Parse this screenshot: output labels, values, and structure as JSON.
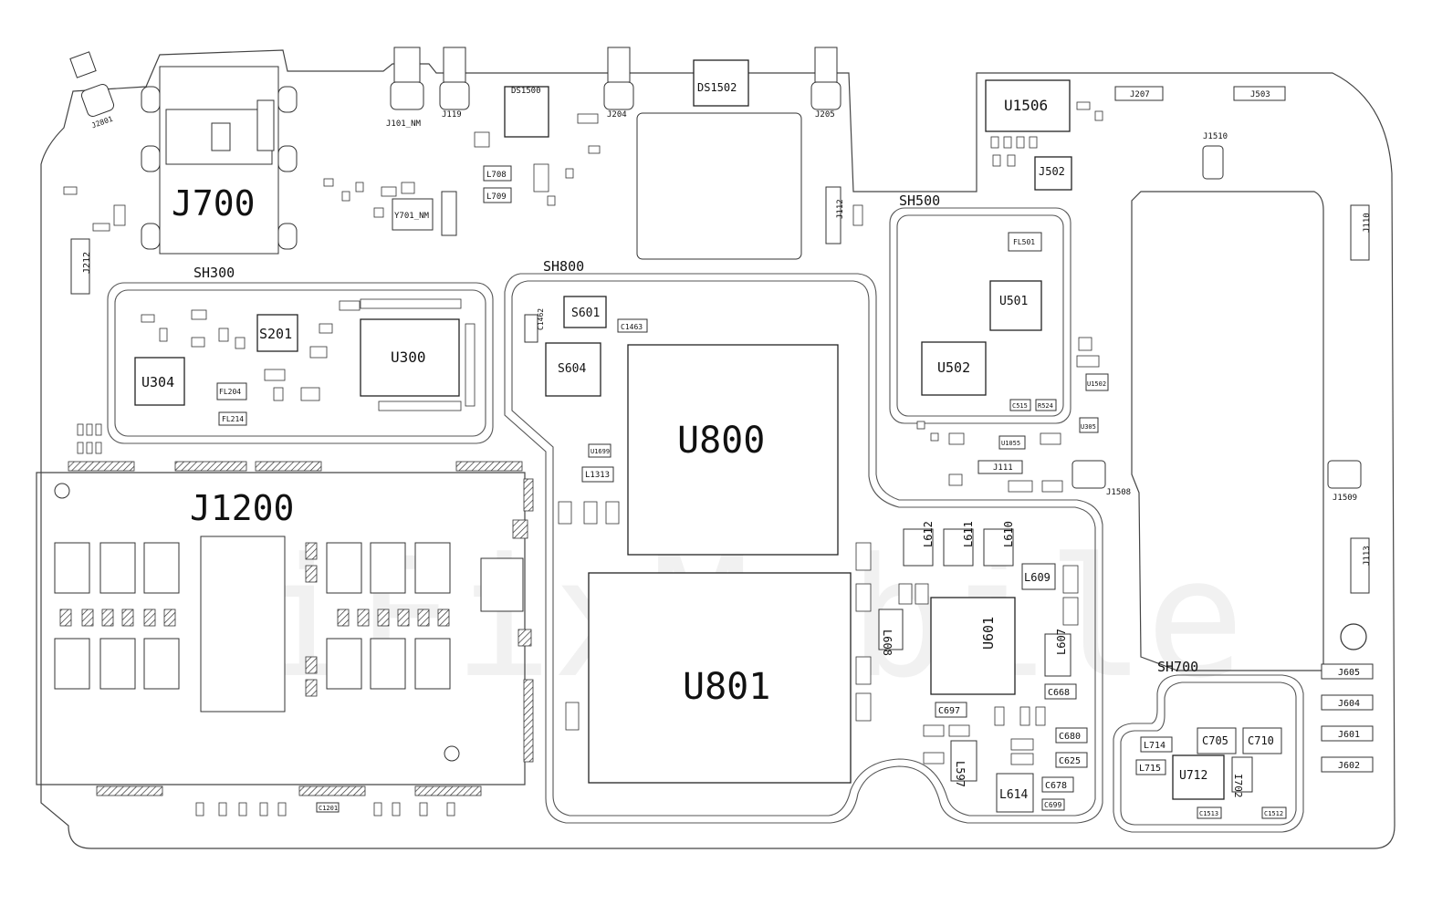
{
  "diagram": {
    "colors": {
      "background": "#ffffff",
      "line": "#333333",
      "text": "#111111"
    },
    "watermark": "iFixMobile",
    "labels": {
      "j700": "J700",
      "j1200": "J1200",
      "u800": "U800",
      "u801": "U801",
      "sh300": "SH300",
      "sh500": "SH500",
      "sh700": "SH700",
      "sh800": "SH800",
      "u300": "U300",
      "u304": "U304",
      "s201": "S201",
      "u1506": "U1506",
      "u501": "U501",
      "u502": "U502",
      "u601": "U601",
      "u712": "U712",
      "s601": "S601",
      "s604": "S604",
      "ds1502": "DS1502",
      "ds1500": "DS1500",
      "j502": "J502",
      "j207": "J207",
      "j503": "J503",
      "j110": "J110",
      "j113": "J113",
      "j605": "J605",
      "j604": "J604",
      "j601": "J601",
      "j602": "J602",
      "j1510": "J1510",
      "j1508": "J1508",
      "j1509": "J1509",
      "j101": "J101_NM",
      "j119": "J119",
      "j204": "J204",
      "j205": "J205",
      "j2801": "J2801",
      "j112": "J112",
      "j212": "J212",
      "j111": "J111",
      "l612": "L612",
      "l611": "L611",
      "l610": "L610",
      "l609": "L609",
      "l614": "L614",
      "l714": "L714",
      "l715": "L715",
      "l708": "L708",
      "l709": "L709",
      "l1313": "L1313",
      "l607": "L607",
      "l608": "L608",
      "l597": "L597",
      "c705": "C705",
      "c710": "C710",
      "c697": "C697",
      "c668": "C668",
      "c680": "C680",
      "c625": "C625",
      "c678": "C678",
      "c699": "C699",
      "c1463": "C1463",
      "c1462": "C1462",
      "c515": "C515",
      "r524": "R524",
      "fl501": "FL501",
      "u1502": "U1502",
      "u305": "U305",
      "u1055": "U1055",
      "u1699": "U1699",
      "y701": "Y701_NM",
      "fl204": "FL204",
      "fl214": "FL214",
      "c1201": "C1201",
      "i702": "I702",
      "c1513": "C1513",
      "c1512": "C1512"
    }
  }
}
